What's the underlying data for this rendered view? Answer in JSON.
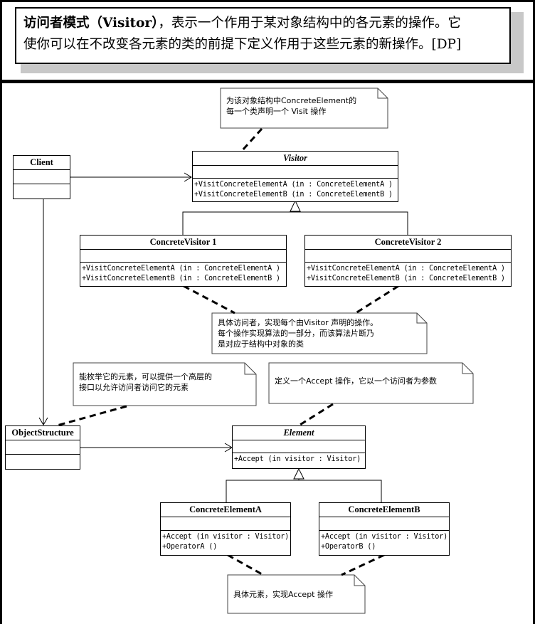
{
  "header": {
    "line1_bold": "访问者模式（Visitor）",
    "line1_rest": "，表示一个作用于某对象结构中的各元素的操作。它",
    "line2": "使你可以在不改变各元素的类的前提下定义作用于这些元素的新操作。[DP]"
  },
  "classes": {
    "client": {
      "name": "Client",
      "ops": []
    },
    "visitor": {
      "name": "Visitor",
      "abstract": true,
      "ops": [
        "+VisitConcreteElementA  (in  : ConcreteElementA )",
        "+VisitConcreteElementB  (in  : ConcreteElementB )"
      ]
    },
    "concrete_visitor_1": {
      "name": "ConcreteVisitor 1",
      "ops": [
        "+VisitConcreteElementA  (in  : ConcreteElementA )",
        "+VisitConcreteElementB  (in  : ConcreteElementB )"
      ]
    },
    "concrete_visitor_2": {
      "name": "ConcreteVisitor 2",
      "ops": [
        "+VisitConcreteElementA  (in  : ConcreteElementA )",
        "+VisitConcreteElementB  (in  : ConcreteElementB )"
      ]
    },
    "object_structure": {
      "name": "ObjectStructure",
      "ops": []
    },
    "element": {
      "name": "Element",
      "abstract": true,
      "ops": [
        "+Accept (in visitor  : Visitor)"
      ]
    },
    "concrete_element_a": {
      "name": "ConcreteElementA",
      "ops": [
        "+Accept (in visitor  : Visitor)",
        "+OperatorA ()"
      ]
    },
    "concrete_element_b": {
      "name": "ConcreteElementB",
      "ops": [
        "+Accept (in visitor  : Visitor)",
        "+OperatorB ()"
      ]
    }
  },
  "notes": {
    "visitor_note": [
      "为该对象结构中ConcreteElement的",
      "每一个类声明一个 Visit 操作"
    ],
    "concrete_visitor_note": [
      "具体访问者，实现每个由Visitor 声明的操作。",
      "每个操作实现算法的一部分，而该算法片断乃",
      "是对应于结构中对象的类"
    ],
    "object_structure_note": [
      "能枚举它的元素，可以提供一个高层的",
      "接口以允许访问者访问它的元素"
    ],
    "element_note": [
      "定义一个Accept 操作，它以一个访问者为参数"
    ],
    "concrete_element_note": [
      "具体元素，实现Accept 操作"
    ]
  }
}
